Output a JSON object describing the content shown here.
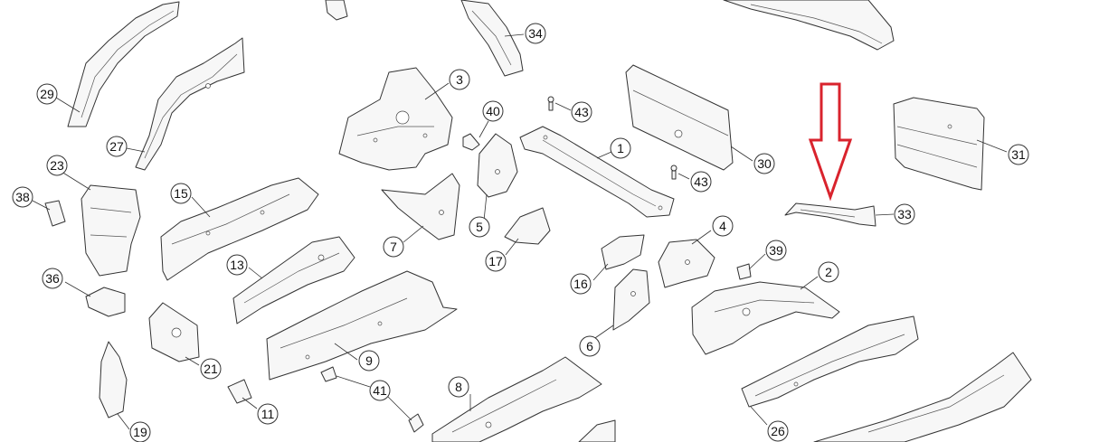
{
  "arrow_color": "#d9232d",
  "callouts": [
    {
      "id": "c29",
      "label": "29"
    },
    {
      "id": "c27",
      "label": "27"
    },
    {
      "id": "c34",
      "label": "34"
    },
    {
      "id": "c3",
      "label": "3"
    },
    {
      "id": "c40",
      "label": "40"
    },
    {
      "id": "c43a",
      "label": "43"
    },
    {
      "id": "c1",
      "label": "1"
    },
    {
      "id": "c30",
      "label": "30"
    },
    {
      "id": "c43b",
      "label": "43"
    },
    {
      "id": "c31",
      "label": "31"
    },
    {
      "id": "c33",
      "label": "33"
    },
    {
      "id": "c23",
      "label": "23"
    },
    {
      "id": "c38",
      "label": "38"
    },
    {
      "id": "c15",
      "label": "15"
    },
    {
      "id": "c7",
      "label": "7"
    },
    {
      "id": "c5",
      "label": "5"
    },
    {
      "id": "c17",
      "label": "17"
    },
    {
      "id": "c4",
      "label": "4"
    },
    {
      "id": "c39",
      "label": "39"
    },
    {
      "id": "c2",
      "label": "2"
    },
    {
      "id": "c13",
      "label": "13"
    },
    {
      "id": "c16",
      "label": "16"
    },
    {
      "id": "c36",
      "label": "36"
    },
    {
      "id": "c6",
      "label": "6"
    },
    {
      "id": "c9",
      "label": "9"
    },
    {
      "id": "c21",
      "label": "21"
    },
    {
      "id": "c41",
      "label": "41"
    },
    {
      "id": "c8",
      "label": "8"
    },
    {
      "id": "c11",
      "label": "11"
    },
    {
      "id": "c19",
      "label": "19"
    },
    {
      "id": "c26",
      "label": "26"
    }
  ]
}
